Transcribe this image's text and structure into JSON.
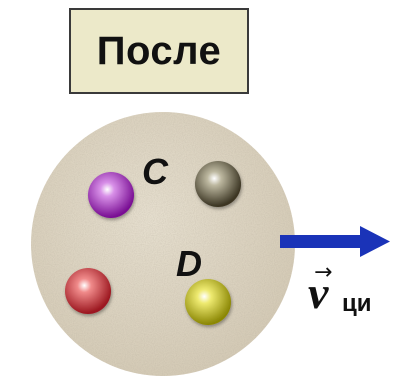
{
  "title": "После",
  "balls": [
    {
      "label": "C",
      "color": "#a020c0"
    },
    {
      "label": "",
      "color": "#5a5238"
    },
    {
      "label": "",
      "color": "#c0282f"
    },
    {
      "label": "D",
      "color": "#b8b410"
    }
  ],
  "arrow": {
    "color": "#1a33b8"
  },
  "velocity": {
    "symbol": "v",
    "subscript": "ци"
  },
  "disc": {
    "color": "#ddd4c2"
  }
}
